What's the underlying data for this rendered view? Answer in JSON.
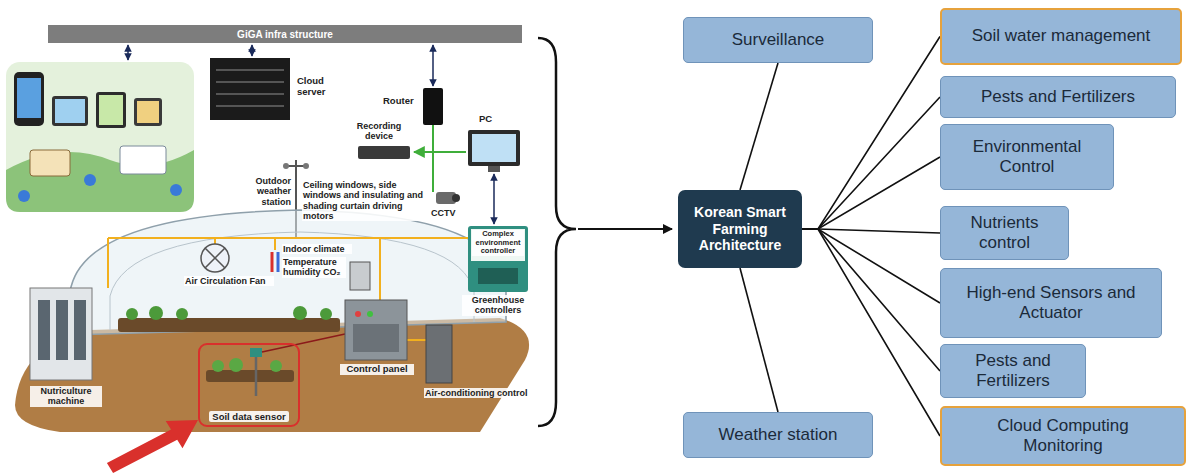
{
  "diagram": {
    "nodes": [
      {
        "text": [
          "GiGA infra structure"
        ]
      },
      {
        "text": [
          "Soil data sensor"
        ]
      },
      {
        "text": [
          "Surveillance"
        ]
      },
      {
        "text": [
          "Soil water management"
        ]
      },
      {
        "text": [
          "Pests and Fertilizers"
        ]
      },
      {
        "text": [
          "Environmental Control"
        ]
      },
      {
        "text": [
          "Nutrients control"
        ]
      },
      {
        "text": [
          "Korean Smart Farming Architecture"
        ]
      },
      {
        "text": [
          "High-end Sensors and Actuator"
        ]
      },
      {
        "text": [
          "Pests and Fertilizers"
        ]
      },
      {
        "text": [
          "Weather station"
        ]
      },
      {
        "text": [
          "Cloud Computing Monitoring"
        ]
      }
    ],
    "edges": [
      {
        "from": 7,
        "to": 2,
        "arrow": "none"
      },
      {
        "from": 7,
        "to": 3,
        "arrow": "none"
      },
      {
        "from": 7,
        "to": 4,
        "arrow": "none"
      },
      {
        "from": 7,
        "to": 5,
        "arrow": "none"
      },
      {
        "from": 7,
        "to": 6,
        "arrow": "none"
      },
      {
        "from": 7,
        "to": 8,
        "arrow": "none"
      },
      {
        "from": 7,
        "to": 9,
        "arrow": "none"
      },
      {
        "from": 7,
        "to": 11,
        "arrow": "none"
      },
      {
        "from": 7,
        "to": 10,
        "arrow": "none"
      }
    ],
    "labels": [
      "Cloud server",
      "Router",
      "Recording device",
      "PC",
      "CCTV",
      "Outdoor weather station",
      "Ceiling windows, side windows and insulating and shading curtain driving motors",
      "Indoor climate",
      "Temperature humidity CO₂",
      "Air Circulation Fan",
      "Complex environment controller",
      "Greenhouse controllers",
      "Control panel",
      "Air-conditioning control",
      "Nutriculture machine"
    ]
  }
}
